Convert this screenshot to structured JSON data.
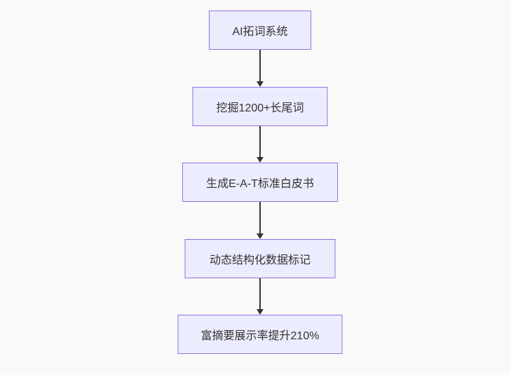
{
  "diagram": {
    "type": "flowchart",
    "direction": "top-down",
    "nodes": [
      {
        "id": "A",
        "label": "AI拓词系统"
      },
      {
        "id": "B",
        "label": "挖掘1200+长尾词"
      },
      {
        "id": "C",
        "label": "生成E-A-T标准白皮书"
      },
      {
        "id": "D",
        "label": "动态结构化数据标记"
      },
      {
        "id": "E",
        "label": "富摘要展示率提升210%"
      }
    ],
    "edges": [
      {
        "from": "A",
        "to": "B"
      },
      {
        "from": "B",
        "to": "C"
      },
      {
        "from": "C",
        "to": "D"
      },
      {
        "from": "D",
        "to": "E"
      }
    ]
  },
  "colors": {
    "background": "#f9f9f9",
    "node_fill": "#ececff",
    "node_border": "#9370db",
    "node_text": "#333333",
    "arrow": "#333333"
  }
}
